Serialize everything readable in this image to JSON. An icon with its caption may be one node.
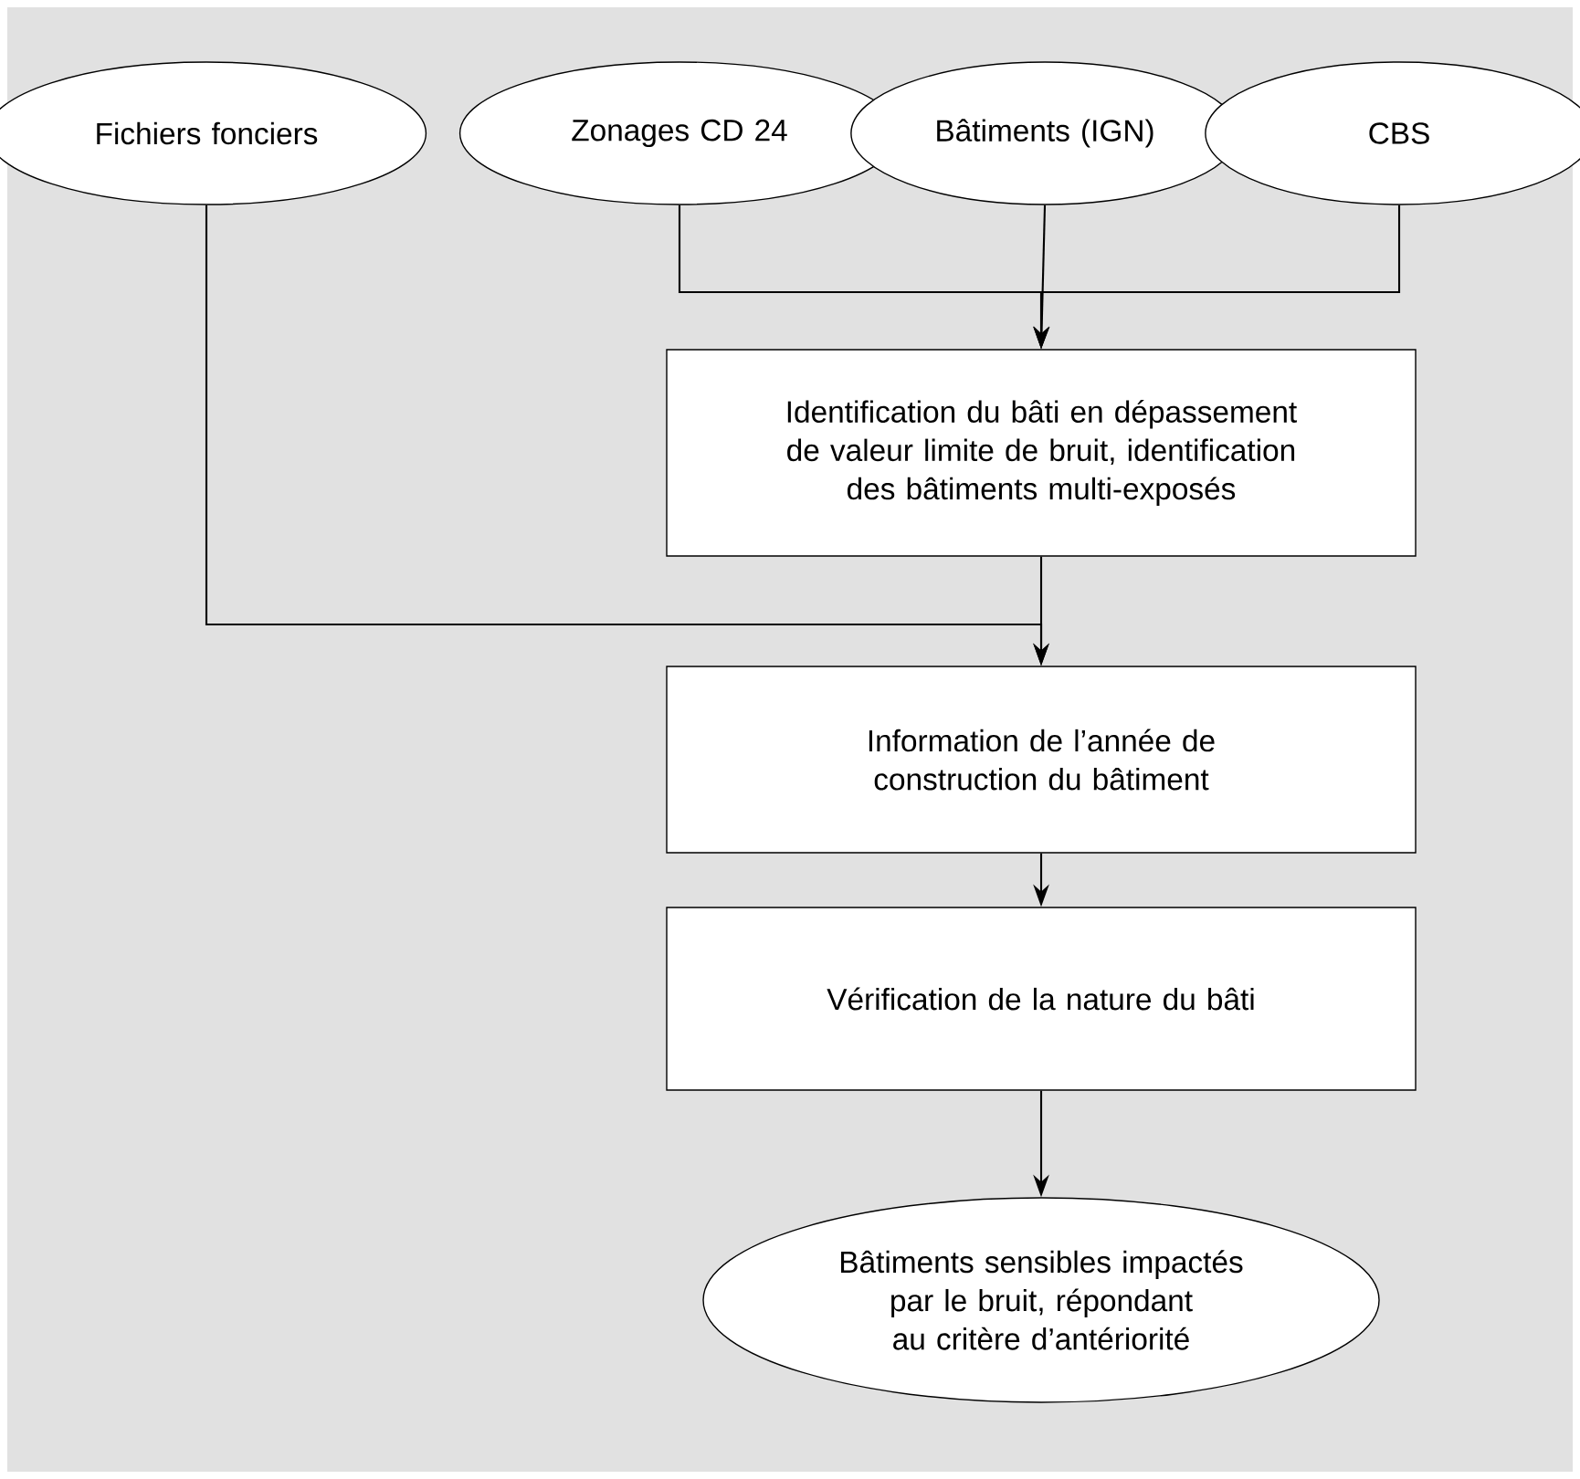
{
  "diagram": {
    "nodes": [
      {
        "text": [
          "Fichiers fonciers"
        ]
      },
      {
        "text": [
          "Zonages CD 24"
        ]
      },
      {
        "text": [
          "Bâtiments (IGN)"
        ]
      },
      {
        "text": [
          "CBS"
        ]
      },
      {
        "text": [
          "Identification du bâti en dépassement de valeur limite de bruit, identification des bâtiments multi-exposés"
        ]
      },
      {
        "text": [
          "Information de l’année de construction du bâtiment"
        ]
      },
      {
        "text": [
          "Vérification de la nature du bâti"
        ]
      },
      {
        "text": [
          "Bâtiments sensibles impactés par le bruit, répondant au critère d’antériorité"
        ]
      }
    ],
    "edges": [
      {
        "from": 1,
        "to": 4,
        "arrow": "to"
      },
      {
        "from": 2,
        "to": 4,
        "arrow": "to"
      },
      {
        "from": 3,
        "to": 4,
        "arrow": "to"
      },
      {
        "from": 0,
        "to": 5,
        "arrow": "to"
      },
      {
        "from": 4,
        "to": 5,
        "arrow": "to"
      },
      {
        "from": 5,
        "to": 6,
        "arrow": "to"
      },
      {
        "from": 6,
        "to": 7,
        "arrow": "to"
      }
    ]
  }
}
